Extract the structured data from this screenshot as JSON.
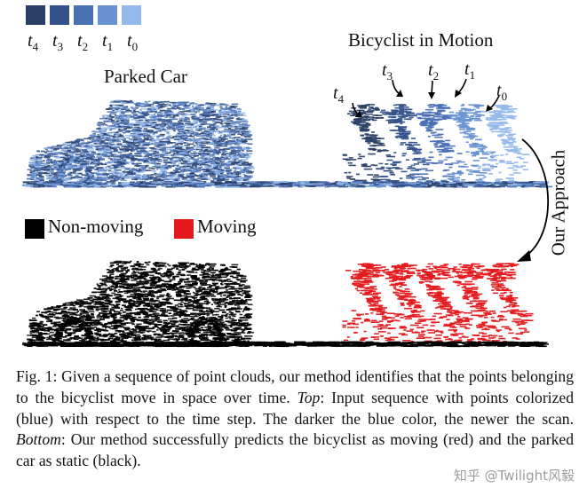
{
  "time_legend": {
    "swatches": [
      "#2a3f66",
      "#34528a",
      "#4a70b4",
      "#6a92d2",
      "#94b9ea"
    ],
    "labels": [
      {
        "base": "t",
        "sub": "4"
      },
      {
        "base": "t",
        "sub": "3"
      },
      {
        "base": "t",
        "sub": "2"
      },
      {
        "base": "t",
        "sub": "1"
      },
      {
        "base": "t",
        "sub": "0"
      }
    ]
  },
  "top_panel": {
    "parked_car_label": "Parked Car",
    "bicyclist_label": "Bicyclist in Motion",
    "bicyclist_time_labels": [
      {
        "base": "t",
        "sub": "4"
      },
      {
        "base": "t",
        "sub": "3"
      },
      {
        "base": "t",
        "sub": "2"
      },
      {
        "base": "t",
        "sub": "1"
      },
      {
        "base": "t",
        "sub": "0"
      }
    ]
  },
  "approach_label": "Our Approach",
  "motion_legend": {
    "non_moving_label": "Non-moving",
    "non_moving_color": "#000000",
    "moving_label": "Moving",
    "moving_color": "#e3191c"
  },
  "caption": {
    "fig_label": "Fig. 1:",
    "text_1": "Given a sequence of point clouds, our method identifies that the points belonging to the bicyclist move in space over time.",
    "top_label": "Top",
    "text_2": ": Input sequence with points colorized (blue) with respect to the time step. The darker the blue color, the newer the scan.",
    "bottom_label": "Bottom",
    "text_3": ": Our method successfully predicts the bicyclist as moving (red) and the parked car as static (black)."
  },
  "watermark": "知乎 @Twilight风毅"
}
